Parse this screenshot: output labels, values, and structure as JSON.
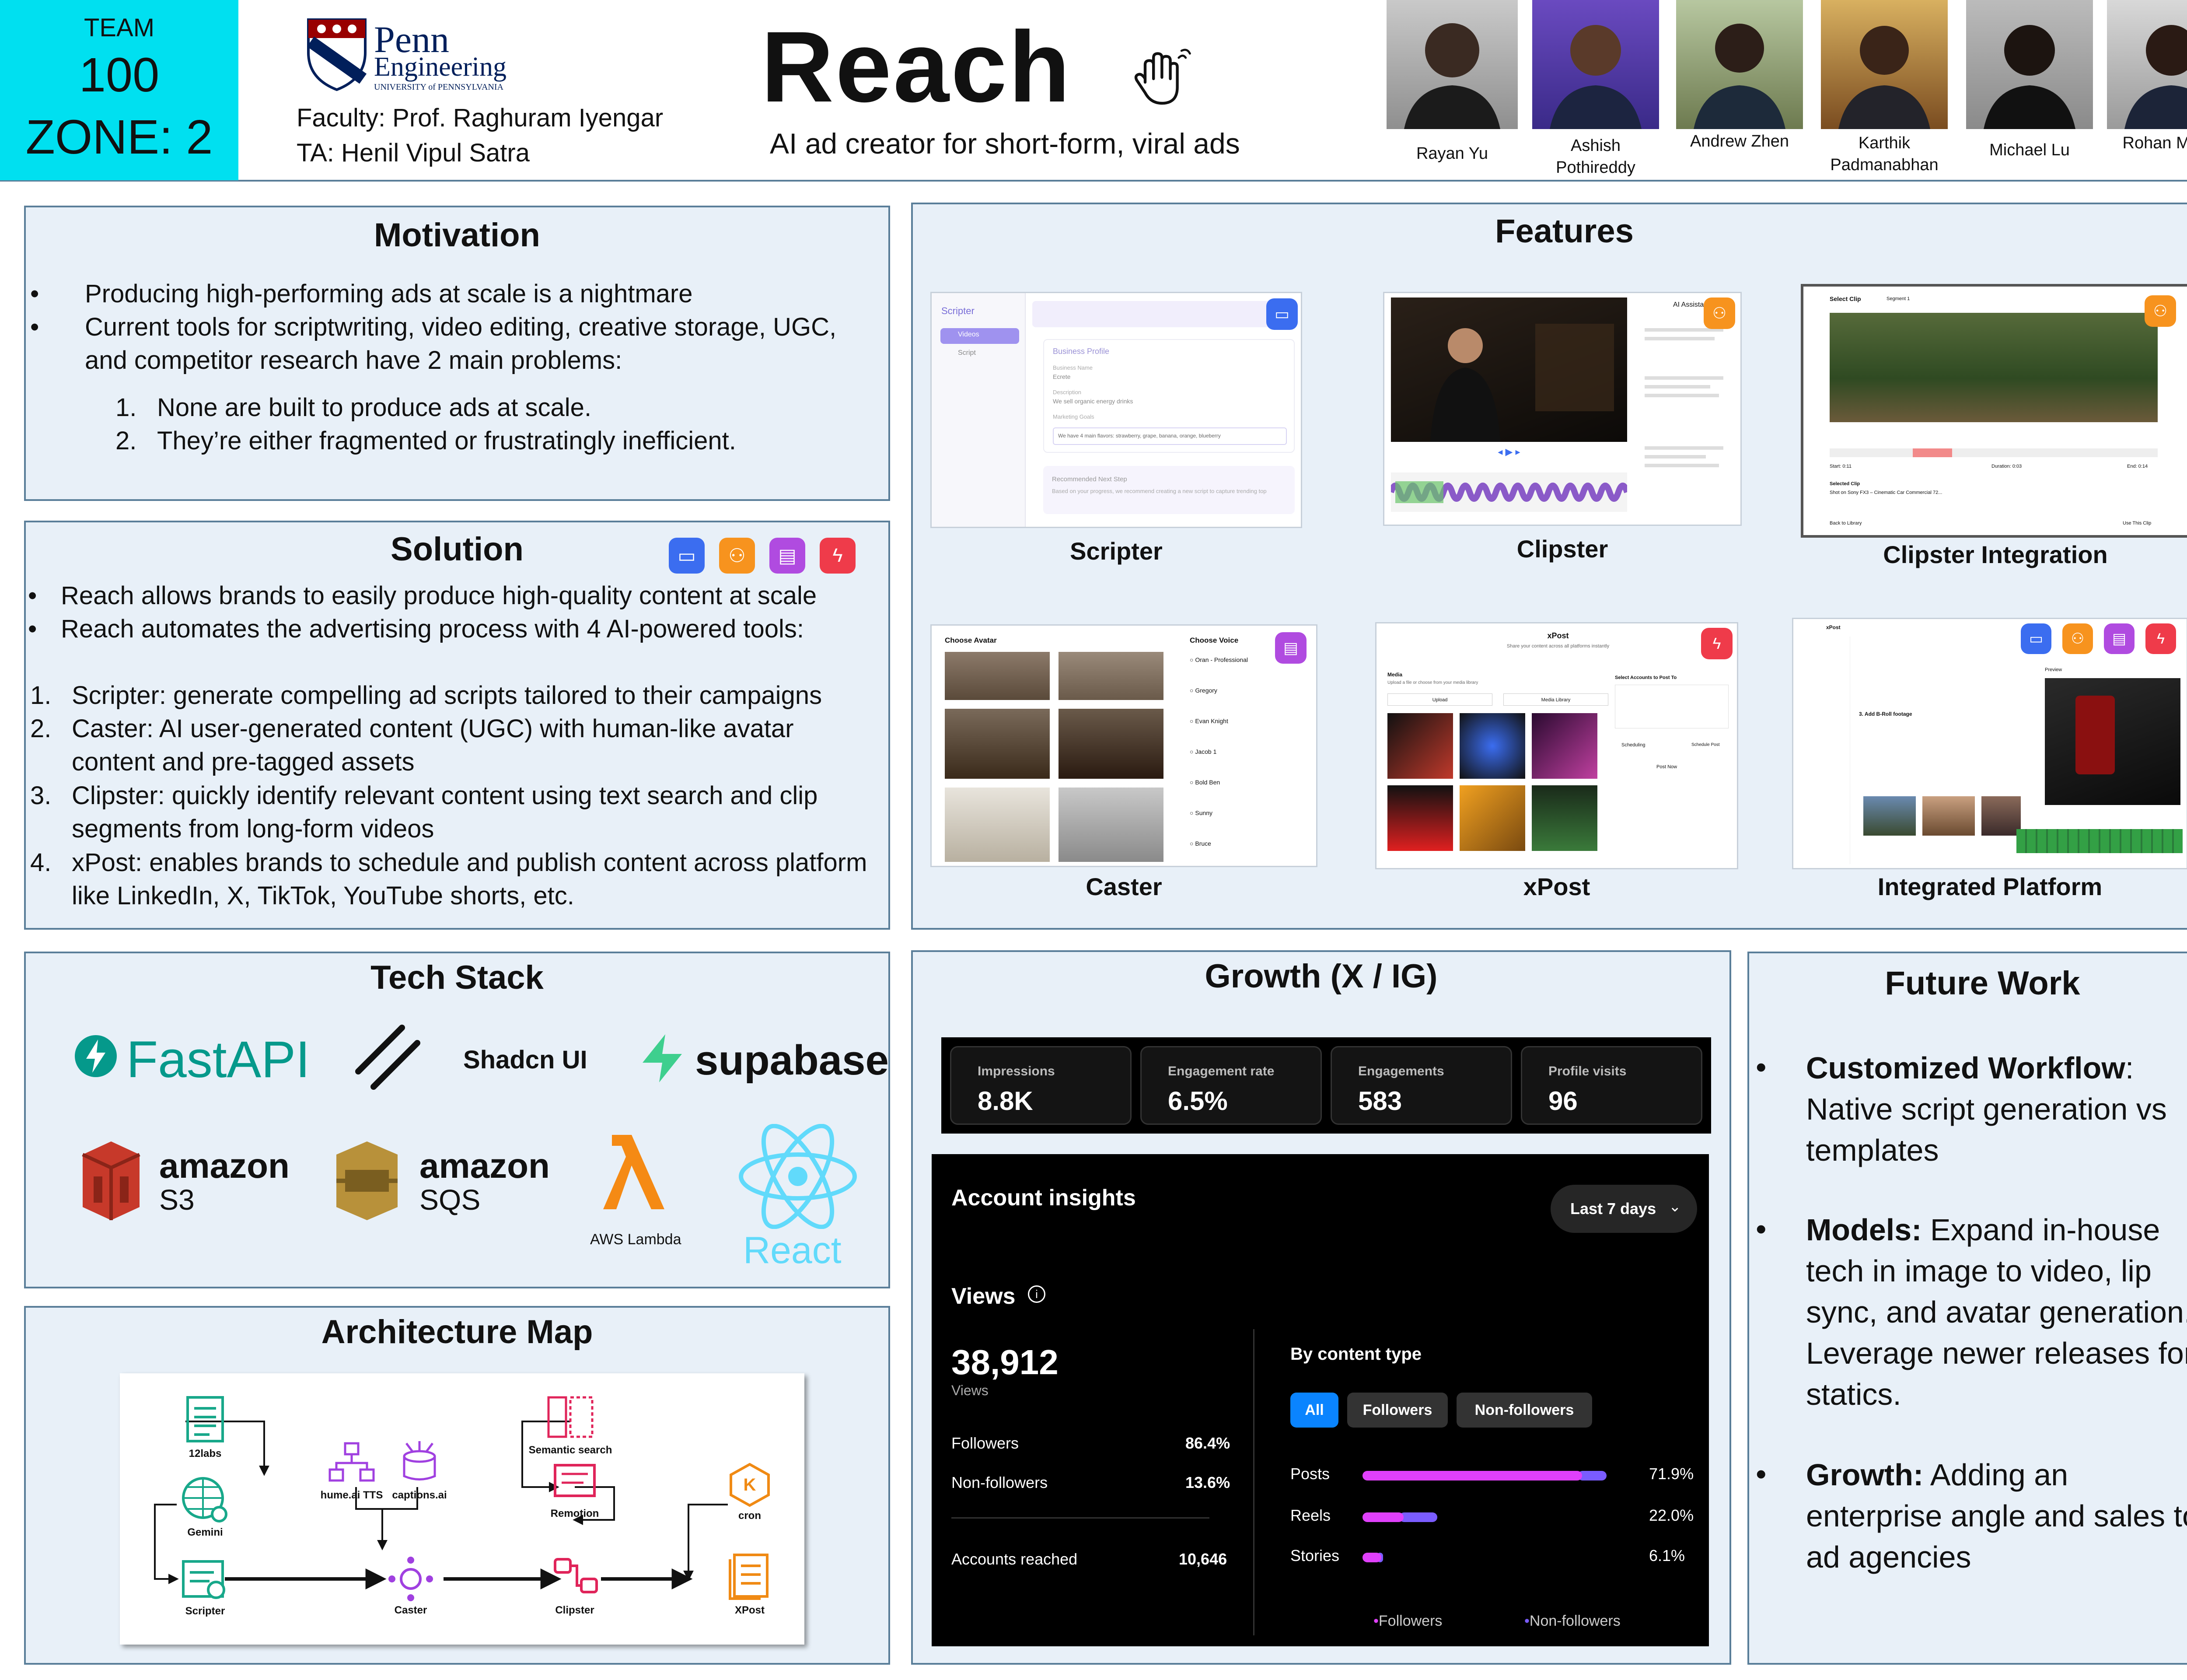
{
  "header": {
    "team_label": "TEAM",
    "team_number": "100",
    "zone": "ZONE: 2",
    "logo_name": "Penn",
    "logo_sub": "Engineering",
    "logo_univ": "UNIVERSITY of PENNSYLVANIA",
    "faculty": "Faculty: Prof. Raghuram Iyengar",
    "ta": "TA: Henil Vipul Satra",
    "title": "Reach",
    "subtitle": "AI ad creator for short-form, viral ads",
    "members": [
      "Rayan Yu",
      "Ashish Pothireddy",
      "Andrew Zhen",
      "Karthik Padmanabhan",
      "Michael Lu",
      "Rohan Moniz"
    ]
  },
  "motivation": {
    "title": "Motivation",
    "bullets": [
      "Producing high-performing ads at scale is a nightmare",
      "Current tools for scriptwriting, video editing, creative storage, UGC, and competitor research have 2 main problems:"
    ],
    "numbered": [
      "None are built to produce ads at scale.",
      "They’re either fragmented or frustratingly inefficient."
    ]
  },
  "solution": {
    "title": "Solution",
    "bullets": [
      "Reach allows brands to easily produce high-quality content at scale",
      "Reach automates the advertising process with 4 AI-powered tools:"
    ],
    "numbered": [
      "Scripter: generate compelling ad scripts tailored to their campaigns",
      "Caster: AI user-generated content (UGC) with human-like avatar content and pre-tagged assets",
      "Clipster: quickly identify relevant content using text search and clip segments from long-form videos",
      "xPost: enables brands to schedule and publish content across platform like LinkedIn, X, TikTok, YouTube shorts, etc."
    ]
  },
  "features": {
    "title": "Features",
    "items": [
      "Scripter",
      "Clipster",
      "Clipster Integration",
      "Caster",
      "xPost",
      "Integrated Platform"
    ],
    "scripter_ui": {
      "app": "Scripter",
      "nav": [
        "Videos",
        "Script"
      ],
      "section": "Business Profile",
      "fields": [
        "Business Name",
        "Ecrete",
        "Description",
        "We sell organic energy drinks",
        "Marketing Goals"
      ],
      "input": "We have 4 main flavors: strawberry, grape, banana, orange, blueberry",
      "next_step": "Recommended Next Step",
      "next_step_text": "Based on your progress, we recommend creating a new script to capture trending top"
    },
    "clipster_ui": {
      "panel_title": "AI Assistant"
    },
    "clip_ui": {
      "header": "Select Clip",
      "segment": "Segment 1",
      "start": "Start: 0:11",
      "duration": "Duration: 0:03",
      "end": "End: 0:14",
      "selected": "Selected Clip",
      "video": "Shot on Sony FX3 – Cinematic Car Commercial 72...",
      "back": "Back to Library",
      "use": "Use This Clip"
    },
    "caster_ui": {
      "avatar_title": "Choose Avatar",
      "voice_title": "Choose Voice",
      "voices": [
        "Oran - Professional",
        "Gregory",
        "Evan Knight",
        "Jacob 1",
        "Bold Ben",
        "Sunny",
        "Bruce"
      ]
    },
    "xpost_ui": {
      "title": "xPost",
      "subtitle": "Share your content across all platforms instantly",
      "media": "Media",
      "media_sub": "Upload a file or choose from your media library",
      "upload": "Upload",
      "library": "Media Library",
      "accounts": "Select Accounts to Post To",
      "scheduling": "Scheduling",
      "schedule_post": "Schedule Post",
      "post_now": "Post Now"
    },
    "integrated_ui": {
      "app": "xPost",
      "section": "3. Add B-Roll footage",
      "preview": "Preview"
    }
  },
  "tech_stack": {
    "title": "Tech Stack",
    "items": [
      "FastAPI",
      "Shadcn UI",
      "supabase",
      "amazon",
      "S3",
      "amazon",
      "SQS",
      "AWS Lambda",
      "React"
    ]
  },
  "architecture": {
    "title": "Architecture Map",
    "nodes": [
      "12labs",
      "Gemini",
      "Scripter",
      "hume.ai TTS",
      "captions.ai",
      "Caster",
      "Semantic search",
      "Remotion",
      "Clipster",
      "cron",
      "XPost"
    ]
  },
  "growth": {
    "title": "Growth (X / IG)",
    "stats": [
      {
        "label": "Impressions",
        "value": "8.8K"
      },
      {
        "label": "Engagement rate",
        "value": "6.5%"
      },
      {
        "label": "Engagements",
        "value": "583"
      },
      {
        "label": "Profile visits",
        "value": "96"
      }
    ],
    "insights": {
      "title": "Account insights",
      "range": "Last 7 days",
      "views_label": "Views",
      "views": "38,912",
      "views_sub": "Views",
      "followers_label": "Followers",
      "followers": "86.4%",
      "nonfollowers_label": "Non-followers",
      "nonfollowers": "13.6%",
      "reached_label": "Accounts reached",
      "reached": "10,646",
      "by_type": "By content type",
      "filters": [
        "All",
        "Followers",
        "Non-followers"
      ],
      "types": [
        {
          "label": "Posts",
          "value": "71.9%",
          "pct": 71.9,
          "followers_share": 0.9
        },
        {
          "label": "Reels",
          "value": "22.0%",
          "pct": 22.0,
          "followers_share": 0.55
        },
        {
          "label": "Stories",
          "value": "6.1%",
          "pct": 6.1,
          "followers_share": 0.9
        }
      ],
      "legend": [
        "Followers",
        "Non-followers"
      ]
    }
  },
  "future": {
    "title": "Future Work",
    "items": [
      {
        "head": "Customized Workflow",
        "sep": ":",
        "body": "Native script generation vs templates"
      },
      {
        "head": "Models:",
        "sep": "",
        "body": "Expand in-house tech in image to video, lip sync, and avatar generation. Leverage newer releases for statics."
      },
      {
        "head": "Growth:",
        "sep": "",
        "body": "Adding an enterprise angle and sales to ad agencies"
      }
    ]
  },
  "colors": {
    "accent": "#00e0f0",
    "panel": "#e8f0f8",
    "border": "#5a7e99",
    "blue": "#3b6df0",
    "orange": "#f7931e",
    "purple": "#b04be0",
    "red": "#ef3b4a"
  }
}
